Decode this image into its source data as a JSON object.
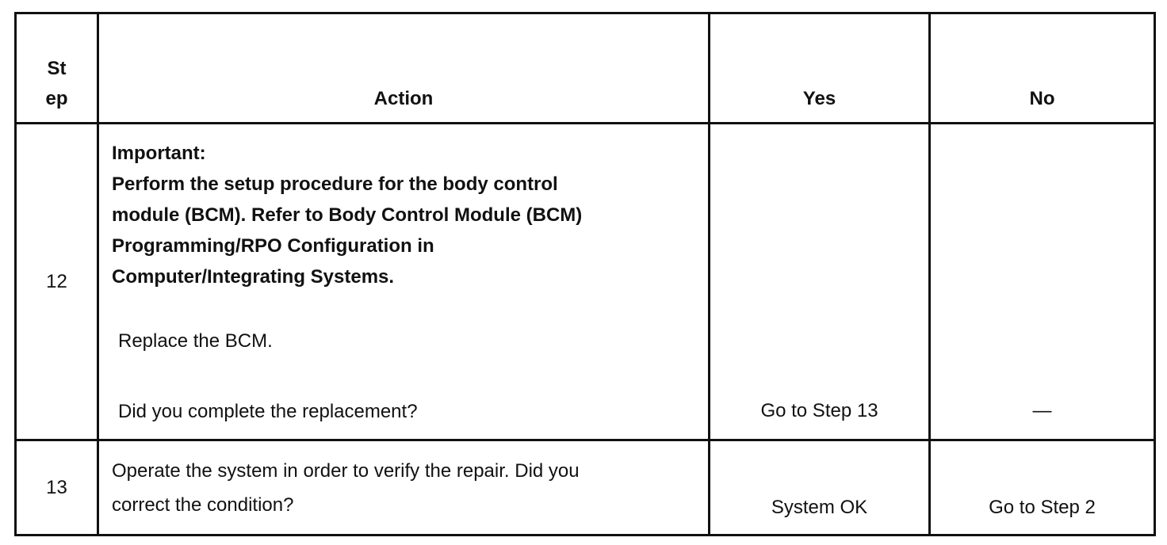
{
  "table": {
    "headers": {
      "step_line1": "St",
      "step_line2": "ep",
      "action": "Action",
      "yes": "Yes",
      "no": "No"
    },
    "rows": [
      {
        "step": "12",
        "important_label": "Important:",
        "important_lines": [
          "Perform the setup procedure for the body control",
          "module (BCM). Refer to Body Control Module (BCM)",
          "Programming/RPO Configuration in",
          "Computer/Integrating Systems."
        ],
        "instruction": "Replace the BCM.",
        "question": "Did you complete the replacement?",
        "yes": "Go to Step 13",
        "no": "—"
      },
      {
        "step": "13",
        "action_lines": [
          "Operate the system in order to verify the repair. Did you",
          "correct the condition?"
        ],
        "yes": "System OK",
        "no": "Go to Step 2"
      }
    ]
  }
}
